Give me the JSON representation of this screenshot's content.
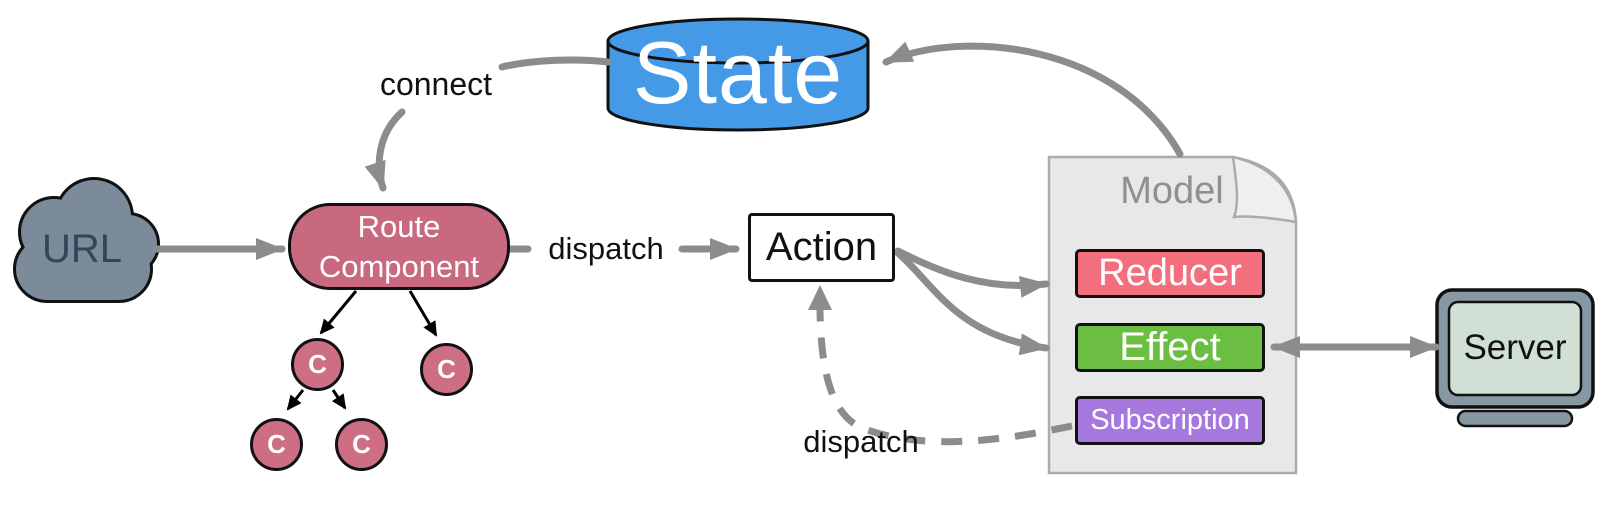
{
  "diagram": {
    "nodes": {
      "url": {
        "label": "URL",
        "fill": "#7B8B99",
        "text_color": "#34455A"
      },
      "state": {
        "label": "State",
        "fill": "#459AE8",
        "text_color": "#FFFFFF"
      },
      "route_component": {
        "line1": "Route",
        "line2": "Component",
        "fill": "#C9697F"
      },
      "action": {
        "label": "Action",
        "fill": "#FFFFFF"
      },
      "model": {
        "title": "Model",
        "fill": "#E8E8E8",
        "title_color": "#8F8F8F"
      },
      "reducer": {
        "label": "Reducer",
        "fill": "#F36F7E"
      },
      "effect": {
        "label": "Effect",
        "fill": "#6CBE43"
      },
      "subscription": {
        "label": "Subscription",
        "fill": "#A678DD"
      },
      "server": {
        "label": "Server",
        "bezel_fill": "#8798A5",
        "screen_fill": "#D0E0D5"
      }
    },
    "component_tree": {
      "nodes": [
        "C",
        "C",
        "C",
        "C"
      ],
      "fill": "#CD6E84"
    },
    "edge_labels": {
      "connect": "connect",
      "dispatch_route_to_action": "dispatch",
      "dispatch_subscription_to_action": "dispatch"
    },
    "edges": [
      "URL -> Route Component",
      "State -> Route Component (connect)",
      "Route Component -> Action (dispatch)",
      "Action -> Reducer",
      "Action -> Effect",
      "Model -> State",
      "Effect <-> Server",
      "Subscription -> Action (dispatch, dashed)"
    ],
    "colors": {
      "arrow": "#8C8C8C",
      "tree_arrow": "#000000"
    }
  }
}
